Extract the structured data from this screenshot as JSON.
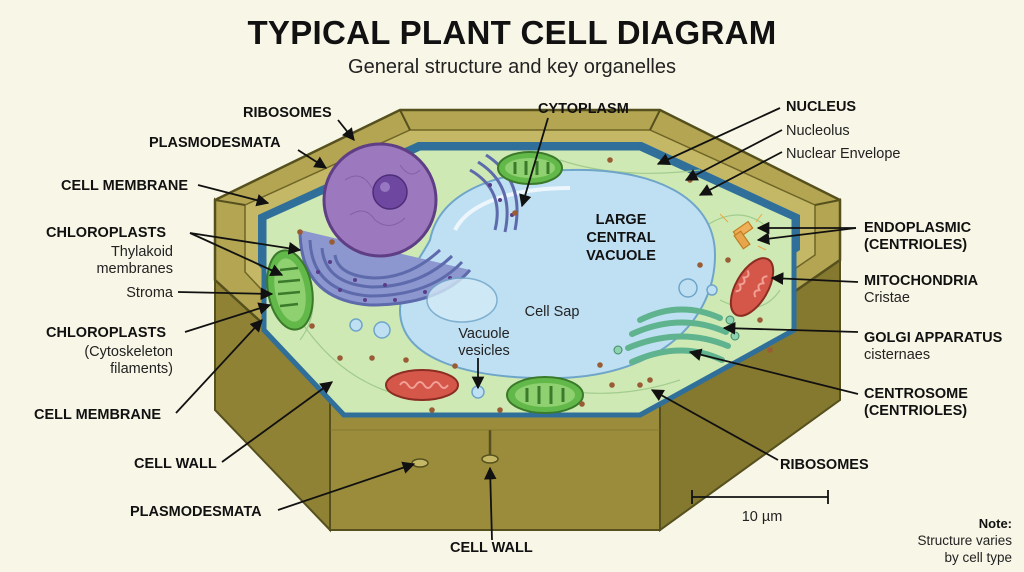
{
  "title": "TYPICAL PLANT CELL DIAGRAM",
  "subtitle": "General structure and key organelles",
  "labels": {
    "ribosomes_top": "RIBOSOMES",
    "plasmodesmata_top": "PLASMODESMATA",
    "cell_membrane_top": "CELL MEMBRANE",
    "chloroplasts_1": "CHLOROPLASTS",
    "thylakoid_1": "Thylakoid",
    "thylakoid_2": "membranes",
    "stroma": "Stroma",
    "chloroplasts_2": "CHLOROPLASTS",
    "cytoskeleton_1": "(Cytoskeleton",
    "cytoskeleton_2": "filaments)",
    "cell_membrane_bottom": "CELL MEMBRANE",
    "cell_wall_left": "CELL WALL",
    "plasmodesmata_bottom": "PLASMODESMATA",
    "cell_wall_bottom": "CELL WALL",
    "cytoplasm": "CYTOPLASM",
    "nucleus": "NUCLEUS",
    "nucleolus": "Nucleolus",
    "nuclear_envelope": "Nuclear Envelope",
    "endoplasmic_1": "ENDOPLASMIC",
    "endoplasmic_2": "(CENTRIOLES)",
    "mitochondria": "MITOCHONDRIA",
    "cristae": "Cristae",
    "golgi": "GOLGI APPARATUS",
    "cisternae": "cisternaes",
    "centrosome_1": "CENTROSOME",
    "centrosome_2": "(CENTRIOLES)",
    "ribosomes_right": "RIBOSOMES",
    "vacuole_1": "LARGE",
    "vacuole_2": "CENTRAL",
    "vacuole_3": "VACUOLE",
    "cell_sap": "Cell Sap",
    "vesicles_1": "Vacuole",
    "vesicles_2": "vesicles"
  },
  "scale_bar": {
    "label": "10 µm"
  },
  "note": {
    "title": "Note:",
    "line1": "Structure varies",
    "line2": "by cell type"
  },
  "colors": {
    "background": "#f8f6e6",
    "cell_wall": "#a89a45",
    "cell_wall_dark": "#6e6526",
    "membrane": "#2f6f9a",
    "cytoplasm": "#cfe9b4",
    "vacuole": "#bfe0f3",
    "nucleus": "#9c79be",
    "nucleolus": "#6e47a0",
    "er": "#7a86c2",
    "chloroplast": "#63b84a",
    "mitochondria": "#d4574a",
    "golgi": "#5fb38e",
    "centriole": "#e7a64b",
    "ribosome": "#9a5c34"
  }
}
